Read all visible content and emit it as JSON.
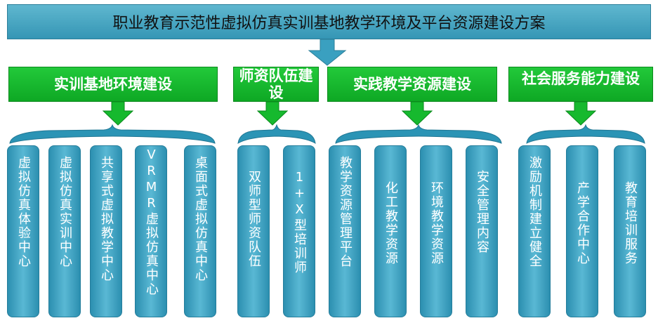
{
  "title": "职业教育示范性虚拟仿真实训基地教学环境及平台资源建设方案",
  "categories": [
    {
      "label": "实训基地环境建设",
      "items": [
        "虚拟仿真体验中心",
        "虚拟仿真实训中心",
        "共享式虚拟教学中心",
        "VRMR虚拟仿真中心",
        "桌面式虚拟仿真中心"
      ]
    },
    {
      "label": "师资队伍建设",
      "items": [
        "双师型师资队伍",
        "1+X型培训师"
      ]
    },
    {
      "label": "实践教学资源建设",
      "items": [
        "教学资源管理平台",
        "化工教学资源",
        "环境教学资源",
        "安全管理内容"
      ]
    },
    {
      "label": "社会服务能力建设",
      "items": [
        "激励机制建立健全",
        "产学合作中心",
        "教育培训服务"
      ]
    }
  ],
  "colors": {
    "title_bg": "#3fa3c2",
    "arrow_teal": "#3aa0c0",
    "category_bg": "#16b92e",
    "item_bg": "#3da2c2"
  }
}
